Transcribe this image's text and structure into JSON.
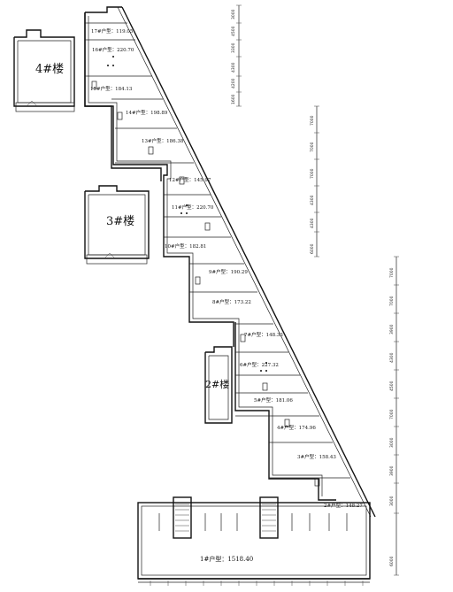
{
  "buildings": [
    {
      "label": "4#楼"
    },
    {
      "label": "3#楼"
    },
    {
      "label": "2#楼"
    }
  ],
  "units": [
    {
      "label": "17#户型：119.05"
    },
    {
      "label": "16#户型：220.70"
    },
    {
      "label": "15#户型：184.13"
    },
    {
      "label": "14#户型：198.89"
    },
    {
      "label": "13#户型：186.38"
    },
    {
      "label": "12#户型：145.97"
    },
    {
      "label": "11#户型：220.70"
    },
    {
      "label": "10#户型：182.81"
    },
    {
      "label": "9#户型：190.29"
    },
    {
      "label": "8#户型：173.22"
    },
    {
      "label": "7#户型：148.33"
    },
    {
      "label": "6#户型：227.32"
    },
    {
      "label": "5#户型：181.06"
    },
    {
      "label": "4#户型：174.96"
    },
    {
      "label": "3#户型：158.43"
    },
    {
      "label": "2#户型：148.27"
    },
    {
      "label": "1#户型：1518.40"
    }
  ],
  "dimensions": {
    "top_chain": [
      "3000",
      "4500",
      "3300",
      "4300",
      "4200",
      "1600"
    ],
    "middle_chain": [
      "7000",
      "7000",
      "7000",
      "4300",
      "4300",
      "6000"
    ],
    "lower_chain": [
      "7000",
      "7000",
      "3900",
      "4300",
      "4500",
      "7000",
      "3000",
      "3900",
      "3000",
      "6000"
    ]
  }
}
